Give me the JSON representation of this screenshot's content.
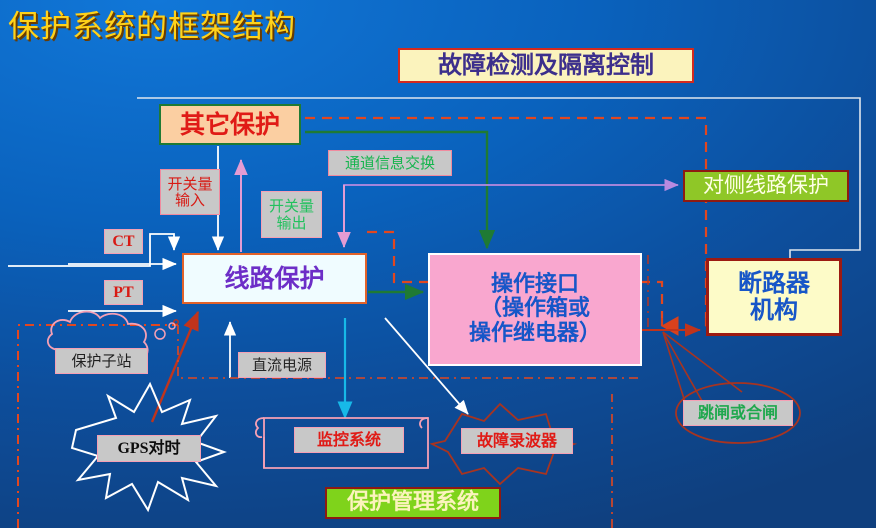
{
  "slide": {
    "title": "保护系统的框架结构",
    "title_color": "#ffd21a",
    "background_color": "#0a62bd"
  },
  "banner": {
    "label": "故障检测及隔离控制",
    "text_color": "#3c2f8c",
    "fill_color": "#fbf3bd",
    "border_color": "#d42a1e"
  },
  "boxes": {
    "other_protection": {
      "label": "其它保护",
      "text_color": "#e01b16",
      "fill_color": "#fbcfa2",
      "border_color": "#1f7a34"
    },
    "line_protection": {
      "label": "线路保护",
      "text_color": "#6d2ec7",
      "fill_color": "#f0fcff",
      "border_color": "#e2622a"
    },
    "operation_interface": {
      "line1": "操作接口",
      "line2": "（操作箱或",
      "line3": "操作继电器）",
      "text_color": "#1756c8",
      "fill_color": "#f9a7cf",
      "border_color": "#ffffff"
    },
    "peer_line_protection": {
      "label": "对侧线路保护",
      "text_color": "#ffffe6",
      "fill_color": "#8fc727",
      "border_color": "#8e1a12"
    },
    "breaker_mechanism": {
      "line1": "断路器",
      "line2": "机构",
      "text_color": "#1756c8",
      "fill_color": "#fdfbc8",
      "border_color": "#9c1a12"
    },
    "management_system": {
      "label": "保护管理系统",
      "text_color": "#fbf3bd",
      "fill_color": "#7fd31b",
      "border_color": "#8e1a12"
    }
  },
  "labels": {
    "ct": {
      "label": "CT",
      "text_color": "#d81a14"
    },
    "pt": {
      "label": "PT",
      "text_color": "#d81a14"
    },
    "switch_input": {
      "line1": "开关量",
      "line2": "输入",
      "text_color": "#d81a14"
    },
    "switch_output": {
      "line1": "开关量",
      "line2": "输出",
      "text_color": "#23c15e"
    },
    "channel_exchange": {
      "label": "通道信息交换",
      "text_color": "#16b54e"
    },
    "dc_supply": {
      "label": "直流电源",
      "text_color": "#262626"
    },
    "protection_substation": {
      "label": "保护子站",
      "text_color": "#1f1f1f"
    },
    "gps_sync": {
      "label": "GPS对时",
      "text_color": "#0d0d0d"
    },
    "scada_system": {
      "label": "监控系统",
      "text_color": "#e01b16"
    },
    "fault_recorder": {
      "label": "故障录波器",
      "text_color": "#e01b16"
    },
    "trip_or_close": {
      "label": "跳闸或合闸",
      "text_color": "#1fa84e"
    }
  },
  "connectors": {
    "white_solid": "#ffffff",
    "green_solid": "#1f7a34",
    "red_dashed": "#e2471f",
    "red_dashdot": "#e2471f",
    "violet_solid": "#b98ae0",
    "cyan_solid": "#17b9e8",
    "pink_solid": "#e39cd3",
    "red_solid": "#c0341c",
    "cloud_outline": "#f5a0b5",
    "scroll_outline": "#f5a0b5",
    "star_outline": "#ffffff",
    "recorder_star_outline": "#a83420",
    "callout_outline": "#a83420"
  }
}
